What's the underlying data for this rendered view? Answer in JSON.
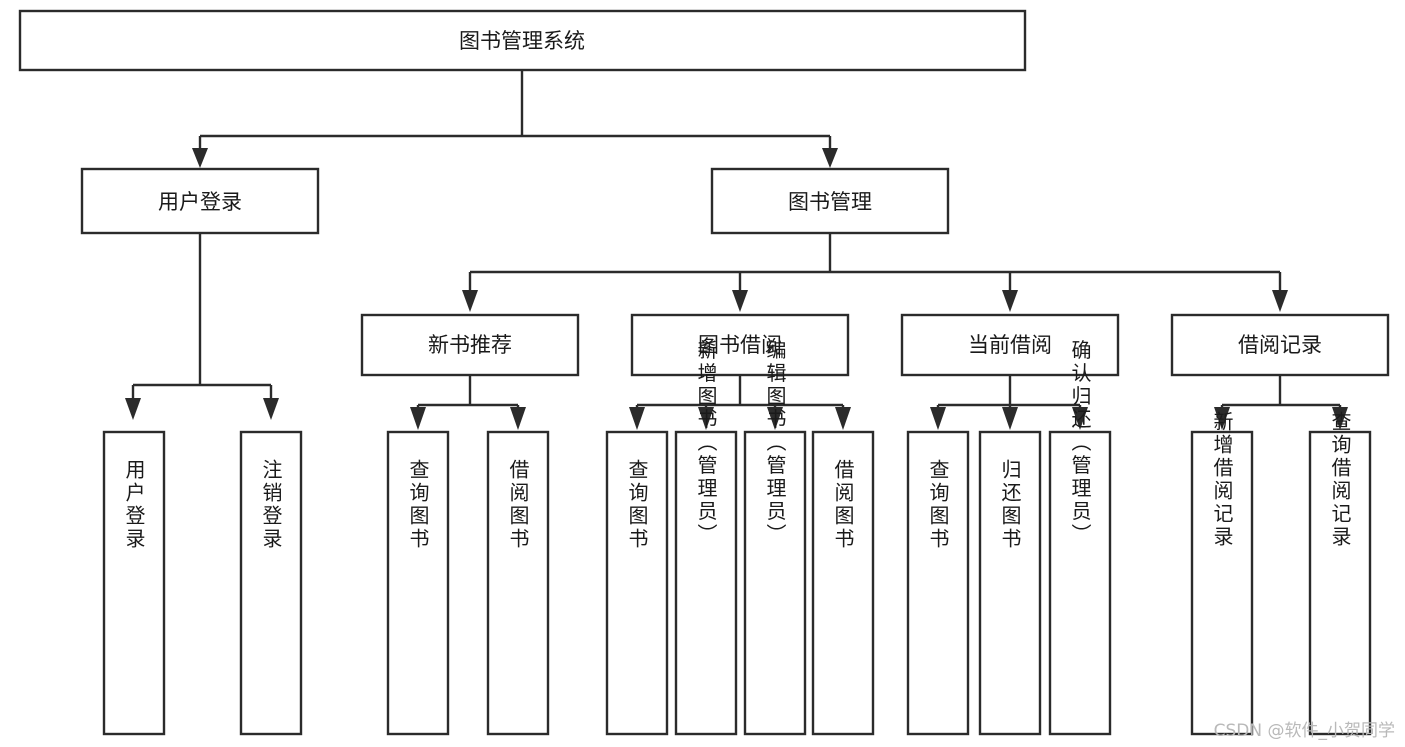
{
  "diagram": {
    "title": "图书管理系统",
    "type": "tree-hierarchy",
    "watermark": "CSDN @软件_小贺同学",
    "colors": {
      "box_fill": "#ffffff",
      "box_stroke": "#2b2b2b",
      "text": "#1a1a1a",
      "background": "#ffffff",
      "watermark": "#b9b9b9"
    },
    "root": {
      "label": "图书管理系统"
    },
    "level2": [
      {
        "label": "用户登录"
      },
      {
        "label": "图书管理"
      }
    ],
    "level3": [
      {
        "label": "新书推荐"
      },
      {
        "label": "图书借阅"
      },
      {
        "label": "当前借阅"
      },
      {
        "label": "借阅记录"
      }
    ],
    "leaves": {
      "user_login": [
        {
          "label": "用户登录"
        },
        {
          "label": "注销登录"
        }
      ],
      "new_book_recommend": [
        {
          "label": "查询图书"
        },
        {
          "label": "借阅图书"
        }
      ],
      "book_borrow": [
        {
          "label": "查询图书"
        },
        {
          "label": "新增图书（管理员）"
        },
        {
          "label": "编辑图书（管理员）"
        },
        {
          "label": "借阅图书"
        }
      ],
      "current_borrow": [
        {
          "label": "查询图书"
        },
        {
          "label": "归还图书"
        },
        {
          "label": "确认归还（管理员）"
        }
      ],
      "borrow_record": [
        {
          "label": "新增借阅记录"
        },
        {
          "label": "查询借阅记录"
        }
      ]
    }
  }
}
